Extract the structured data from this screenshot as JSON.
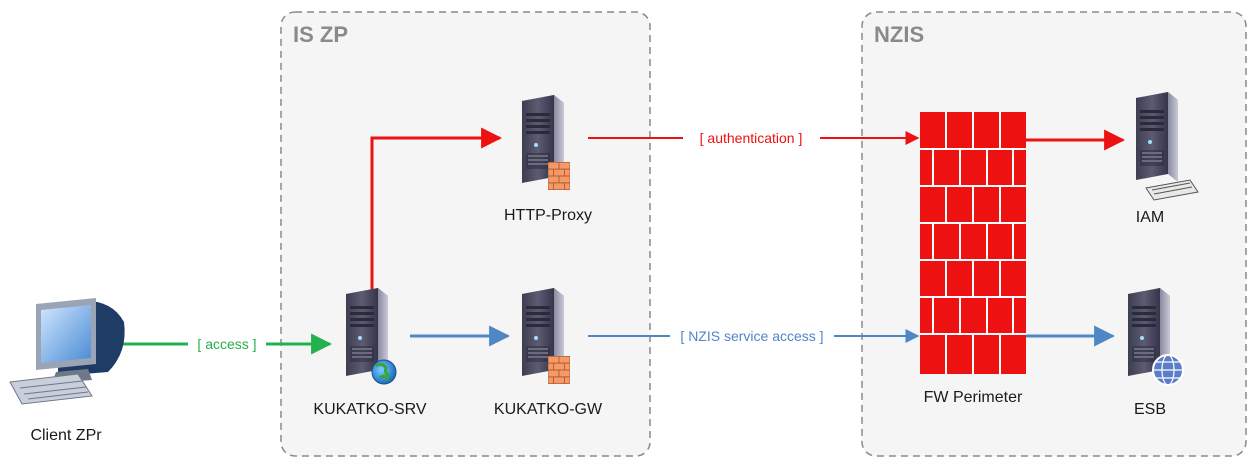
{
  "zones": {
    "is_zp": {
      "label": "IS ZP"
    },
    "nzis": {
      "label": "NZIS"
    }
  },
  "nodes": {
    "client": {
      "label": "Client ZPr",
      "icon": "desktop-computer-icon"
    },
    "kukatko_srv": {
      "label": "KUKATKO-SRV",
      "icon": "web-server-icon"
    },
    "kukatko_gw": {
      "label": "KUKATKO-GW",
      "icon": "firewall-server-icon"
    },
    "http_proxy": {
      "label": "HTTP-Proxy",
      "icon": "firewall-server-icon"
    },
    "fw_perimeter": {
      "label": "FW Perimeter",
      "icon": "firewall-brick-icon"
    },
    "iam": {
      "label": "IAM",
      "icon": "directory-server-icon"
    },
    "esb": {
      "label": "ESB",
      "icon": "network-server-icon"
    }
  },
  "edges": {
    "access": {
      "label": "[ access ]",
      "color": "#22b14c"
    },
    "authentication": {
      "label": "[ authentication ]",
      "color": "#ee1111"
    },
    "nzis_service": {
      "label": "[ NZIS service access ]",
      "color": "#4f86c6"
    }
  },
  "colors": {
    "zone_border": "#8a8a8a",
    "firewall": "#ee1111",
    "server_body": "#4a4a60"
  }
}
